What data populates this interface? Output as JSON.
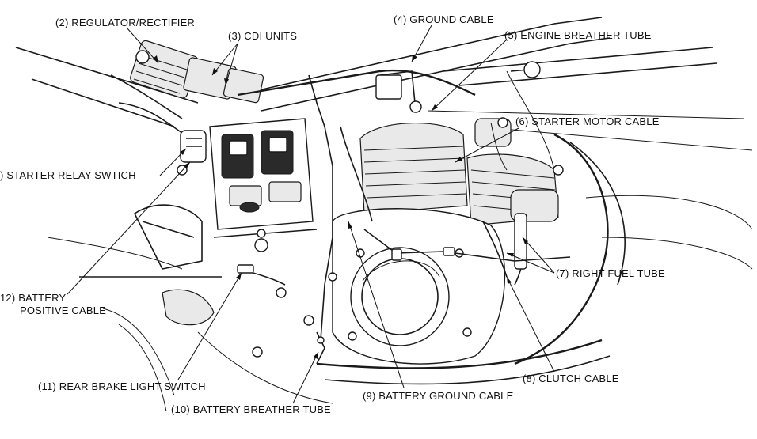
{
  "callouts": [
    {
      "id": "2",
      "label": "(2) REGULATOR/RECTIFIER"
    },
    {
      "id": "3",
      "label": "(3) CDI UNITS"
    },
    {
      "id": "4",
      "label": "(4) GROUND CABLE"
    },
    {
      "id": "5",
      "label": "(5) ENGINE BREATHER TUBE"
    },
    {
      "id": "6",
      "label": "(6) STARTER MOTOR CABLE"
    },
    {
      "id": "1",
      "label": ") STARTER RELAY SWTICH"
    },
    {
      "id": "7",
      "label": "(7) RIGHT FUEL TUBE"
    },
    {
      "id": "12a",
      "label": "12) BATTERY"
    },
    {
      "id": "12b",
      "label": "POSITIVE CABLE"
    },
    {
      "id": "8",
      "label": "(8) CLUTCH CABLE"
    },
    {
      "id": "11",
      "label": "(11) REAR BRAKE LIGHT SWITCH"
    },
    {
      "id": "9",
      "label": "(9) BATTERY GROUND CABLE"
    },
    {
      "id": "10",
      "label": "(10) BATTERY BREATHER TUBE"
    }
  ]
}
